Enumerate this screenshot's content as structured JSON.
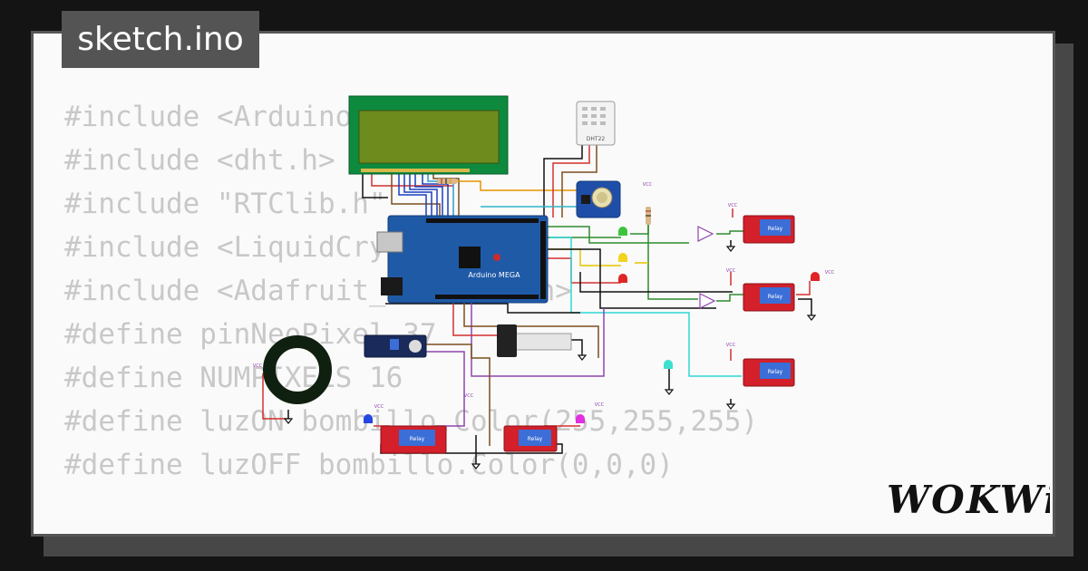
{
  "file_tab": {
    "name": "sketch.ino"
  },
  "code_lines": [
    "#include <Arduino.h>",
    "",
    "#include <dht.h>",
    "",
    "#include \"RTClib.h\"",
    "#include <LiquidCrystal.h>",
    "#include <Adafruit_NeoPixel.h>",
    "#define pinNeoPixel 37",
    "#define NUMPIXELS 16",
    "#define luzON bombillo.Color(255,255,255)",
    "#define luzOFF bombillo.Color(0,0,0)"
  ],
  "circuit": {
    "board_label": "Arduino MEGA",
    "sensor_label": "DHT22",
    "relay_label": "Relay",
    "vcc_label": "VCC"
  },
  "brand": {
    "logo": "WOKWi"
  },
  "colors": {
    "lcd": "#0e8a3e",
    "lcd_screen": "#6e8c1e",
    "board": "#1f5aa7",
    "relay": "#d3202a",
    "ring": "#102010"
  }
}
